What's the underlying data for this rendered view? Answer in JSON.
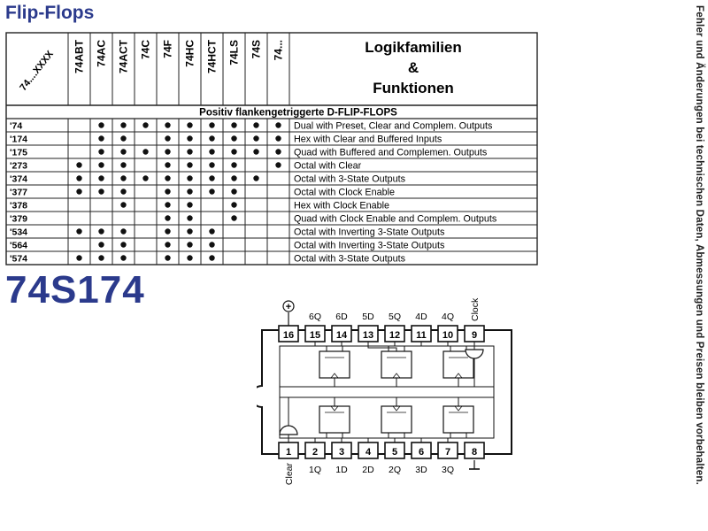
{
  "page": {
    "title": "Flip-Flops",
    "part_number": "74S174",
    "side_note": "Fehler und Änderungen bei technischen Daten, Abmessungen und Preisen bleiben vorbehalten."
  },
  "table": {
    "corner_label": "74....XXXX",
    "columns": [
      "74ABT",
      "74AC",
      "74ACT",
      "74C",
      "74F",
      "74HC",
      "74HCT",
      "74LS",
      "74S",
      "74..."
    ],
    "header_title_lines": [
      "Logikfamilien",
      "&",
      "Funktionen"
    ],
    "section_title": "Positiv flankengetriggerte D-FLIP-FLOPS",
    "rows": [
      {
        "id": "'74",
        "marks": [
          0,
          1,
          1,
          1,
          1,
          1,
          1,
          1,
          1,
          1
        ],
        "function": "Dual with Preset, Clear and Complem. Outputs"
      },
      {
        "id": "'174",
        "marks": [
          0,
          1,
          1,
          0,
          1,
          1,
          1,
          1,
          1,
          1
        ],
        "function": "Hex with Clear and Buffered Inputs"
      },
      {
        "id": "'175",
        "marks": [
          0,
          1,
          1,
          1,
          1,
          1,
          1,
          1,
          1,
          1
        ],
        "function": "Quad with Buffered and Complemen. Outputs"
      },
      {
        "id": "'273",
        "marks": [
          1,
          1,
          1,
          0,
          1,
          1,
          1,
          1,
          0,
          1
        ],
        "function": "Octal with Clear"
      },
      {
        "id": "'374",
        "marks": [
          1,
          1,
          1,
          1,
          1,
          1,
          1,
          1,
          1,
          0
        ],
        "function": "Octal with 3-State Outputs"
      },
      {
        "id": "'377",
        "marks": [
          1,
          1,
          1,
          0,
          1,
          1,
          1,
          1,
          0,
          0
        ],
        "function": "Octal with Clock Enable"
      },
      {
        "id": "'378",
        "marks": [
          0,
          0,
          1,
          0,
          1,
          1,
          0,
          1,
          0,
          0
        ],
        "function": "Hex with Clock Enable"
      },
      {
        "id": "'379",
        "marks": [
          0,
          0,
          0,
          0,
          1,
          1,
          0,
          1,
          0,
          0
        ],
        "function": "Quad with Clock Enable and Complem. Outputs"
      },
      {
        "id": "'534",
        "marks": [
          1,
          1,
          1,
          0,
          1,
          1,
          1,
          0,
          0,
          0
        ],
        "function": "Octal with Inverting 3-State Outputs"
      },
      {
        "id": "'564",
        "marks": [
          0,
          1,
          1,
          0,
          1,
          1,
          1,
          0,
          0,
          0
        ],
        "function": "Octal with Inverting 3-State Outputs"
      },
      {
        "id": "'574",
        "marks": [
          1,
          1,
          1,
          0,
          1,
          1,
          1,
          0,
          0,
          0
        ],
        "function": "Octal with 3-State Outputs"
      }
    ]
  },
  "ic": {
    "vcc_symbol": "+",
    "top_labels": [
      "6Q",
      "6D",
      "5D",
      "5Q",
      "4D",
      "4Q",
      "Clock"
    ],
    "top_pins": [
      "16",
      "15",
      "14",
      "13",
      "12",
      "11",
      "10",
      "9"
    ],
    "bottom_pins": [
      "1",
      "2",
      "3",
      "4",
      "5",
      "6",
      "7",
      "8"
    ],
    "bottom_labels": [
      "Clear",
      "1Q",
      "1D",
      "2D",
      "2Q",
      "3D",
      "3Q"
    ]
  }
}
